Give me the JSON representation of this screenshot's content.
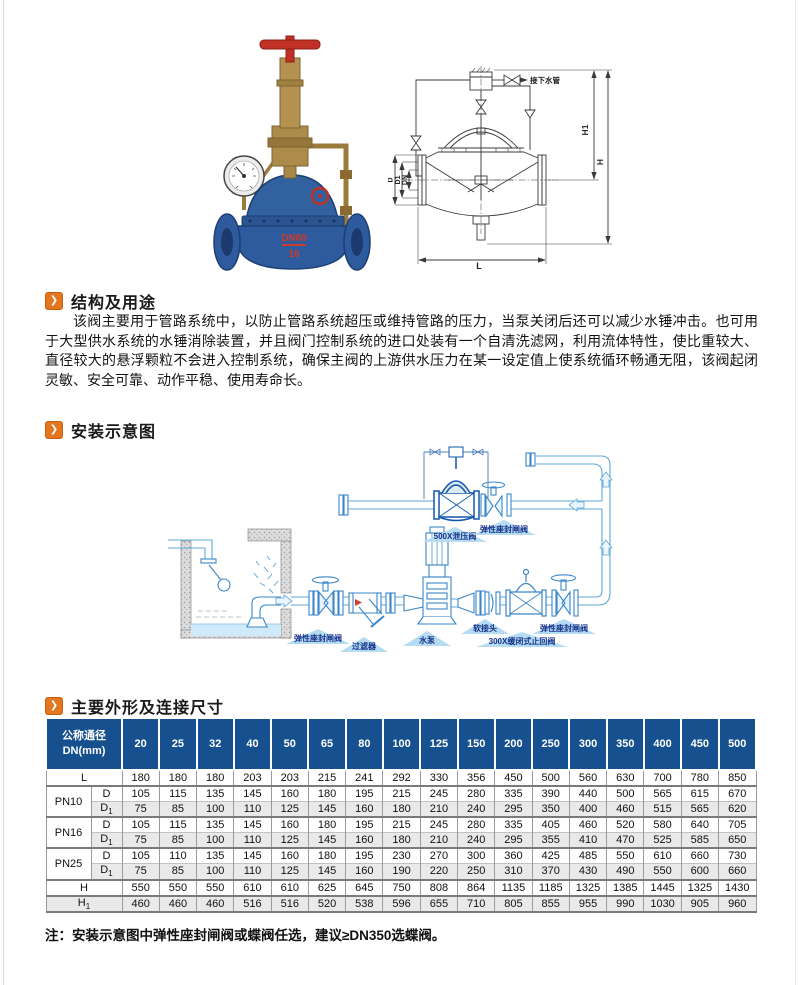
{
  "sections": {
    "marker_icon": "❯",
    "s1": {
      "title": "结构及用途"
    },
    "s2": {
      "title": "安装示意图"
    },
    "s3": {
      "title": "主要外形及连接尺寸"
    }
  },
  "intro_text": "该阀主要用于管路系统中，以防止管路系统超压或维持管路的压力，当泵关闭后还可以减少水锤冲击。也可用于大型供水系统的水锤消除装置，并且阀门控制系统的进口处装有一个自清洗滤网，利用流体特性，使比重较大、直径较大的悬浮颗粒不会进入控制系统，确保主阀的上游供水压力在某一设定值上使系统循环畅通无阻，该阀起闭灵敏、安全可靠、动作平稳、使用寿命长。",
  "note": "注：安装示意图中弹性座封闸阀或蝶阀任选，建议≥DN350选蝶阀。",
  "photo": {
    "marking_dn": "DN80",
    "marking_pn": "16"
  },
  "drawing": {
    "labels": {
      "drain_pipe": "接下水管",
      "dim_h1": "H1",
      "dim_h": "H",
      "dim_d": "D",
      "dim_d1": "D1",
      "dim_dn": "DN",
      "dim_l": "L"
    }
  },
  "diagram": {
    "labels": {
      "relief_valve": "500X泄压阀",
      "gate_valve_top": "弹性座封闸阀",
      "gate_valve_left": "弹性座封闸阀",
      "strainer": "过滤器",
      "pump": "水泵",
      "soft_joint": "软接头",
      "check_valve": "300X缓闭式止回阀",
      "gate_valve_right": "弹性座封闸阀"
    }
  },
  "table": {
    "header_label": "公称通径\nDN(mm)",
    "dn_columns": [
      "20",
      "25",
      "32",
      "40",
      "50",
      "65",
      "80",
      "100",
      "125",
      "150",
      "200",
      "250",
      "300",
      "350",
      "400",
      "450",
      "500"
    ],
    "rows": [
      {
        "label": "L",
        "full": true,
        "values": [
          180,
          180,
          180,
          203,
          203,
          215,
          241,
          292,
          330,
          356,
          450,
          500,
          560,
          630,
          700,
          780,
          850
        ]
      },
      {
        "group": "PN10",
        "group_span": 2,
        "sep": true,
        "label": "D",
        "values": [
          105,
          115,
          135,
          145,
          160,
          180,
          195,
          215,
          245,
          280,
          335,
          390,
          440,
          500,
          565,
          615,
          670
        ]
      },
      {
        "label": "D1",
        "shade": true,
        "values": [
          75,
          85,
          100,
          110,
          125,
          145,
          160,
          180,
          210,
          240,
          295,
          350,
          400,
          460,
          515,
          565,
          620
        ]
      },
      {
        "group": "PN16",
        "group_span": 2,
        "sep": true,
        "label": "D",
        "values": [
          105,
          115,
          135,
          145,
          160,
          180,
          195,
          215,
          245,
          280,
          335,
          405,
          460,
          520,
          580,
          640,
          705
        ]
      },
      {
        "label": "D1",
        "shade": true,
        "values": [
          75,
          85,
          100,
          110,
          125,
          145,
          160,
          180,
          210,
          240,
          295,
          355,
          410,
          470,
          525,
          585,
          650
        ]
      },
      {
        "group": "PN25",
        "group_span": 2,
        "sep": true,
        "label": "D",
        "values": [
          105,
          110,
          135,
          145,
          160,
          180,
          195,
          230,
          270,
          300,
          360,
          425,
          485,
          550,
          610,
          660,
          730
        ]
      },
      {
        "label": "D1",
        "shade": true,
        "values": [
          75,
          85,
          100,
          110,
          125,
          145,
          160,
          190,
          220,
          250,
          310,
          370,
          430,
          490,
          550,
          600,
          660
        ]
      },
      {
        "label": "H",
        "full": true,
        "sep": true,
        "values": [
          550,
          550,
          550,
          610,
          610,
          625,
          645,
          750,
          808,
          864,
          1135,
          1185,
          1325,
          1385,
          1445,
          1325,
          1430
        ]
      },
      {
        "label": "H1",
        "full": true,
        "sep": true,
        "shade": true,
        "values": [
          460,
          460,
          460,
          516,
          516,
          520,
          538,
          596,
          655,
          710,
          805,
          855,
          955,
          990,
          1030,
          905,
          960
        ]
      }
    ]
  }
}
